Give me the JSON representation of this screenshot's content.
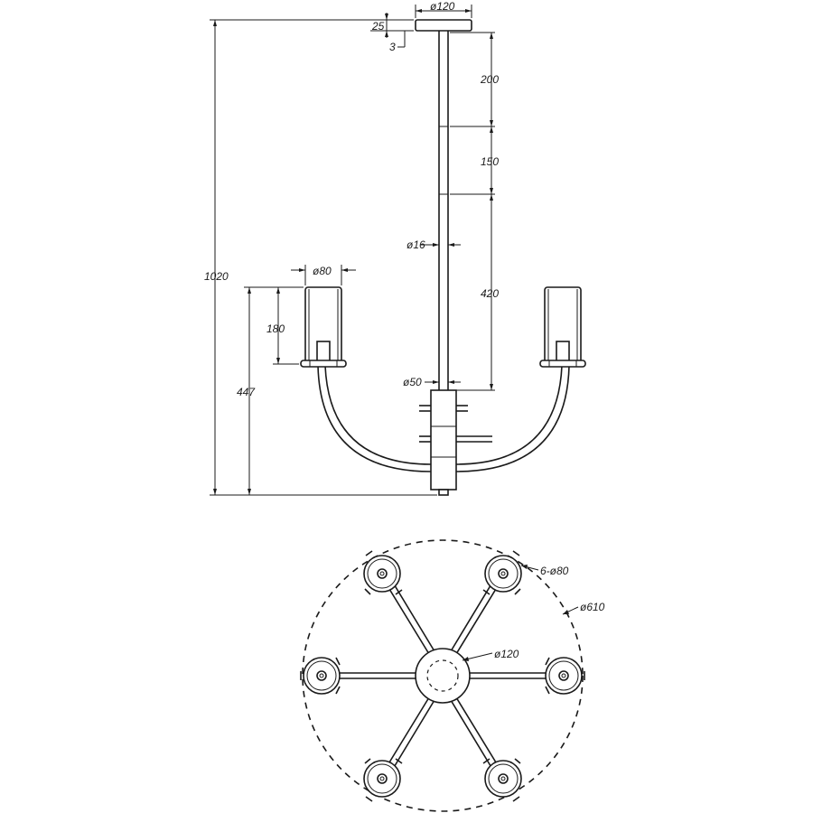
{
  "front_view": {
    "dimensions": {
      "canopy_diameter": "ø120",
      "canopy_height": "25",
      "canopy_gap": "3",
      "rod_segment_1": "200",
      "rod_segment_2": "150",
      "rod_diameter": "ø16",
      "rod_segment_3": "420",
      "overall_height": "1020",
      "shade_diameter": "ø80",
      "shade_height": "180",
      "arm_height": "447",
      "hub_diameter": "ø50"
    }
  },
  "top_view": {
    "dimensions": {
      "shade_count_diameter": "6-ø80",
      "overall_diameter": "ø610",
      "hub_diameter": "ø120"
    }
  }
}
